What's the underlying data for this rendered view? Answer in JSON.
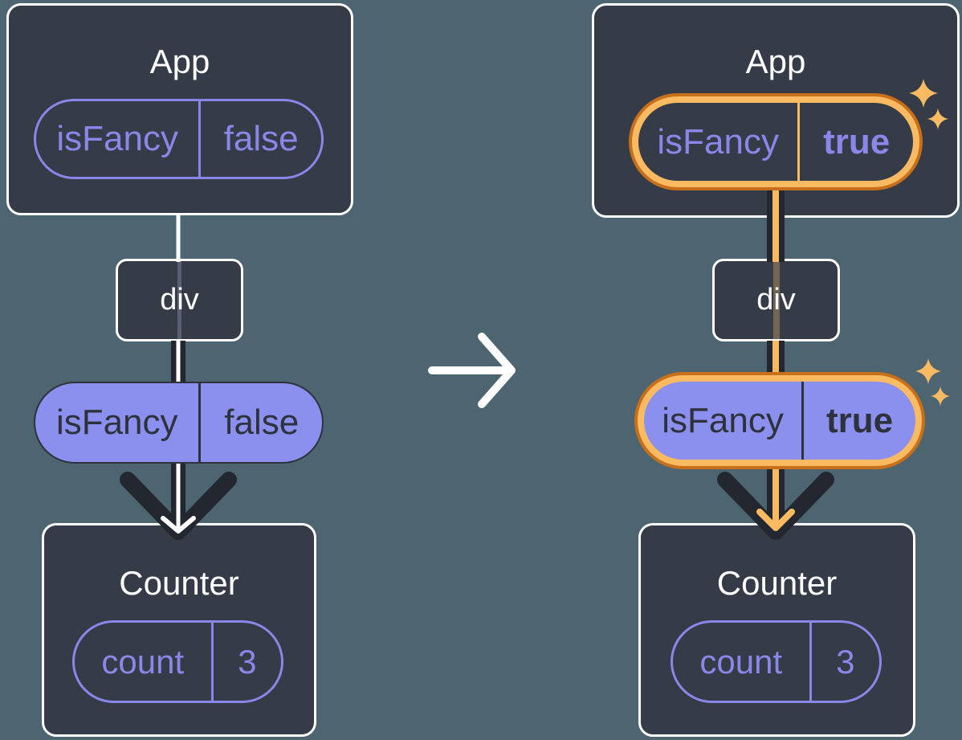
{
  "colors": {
    "background": "#4d6570",
    "panel": "#353b47",
    "ink": "#23272f",
    "ink_text": "#2e323c",
    "white": "#ffffff",
    "purple": "#8a87e9",
    "purple_fill": "#8b90ee",
    "orange": "#c76f1a",
    "orange_light": "#f9ba62"
  },
  "icons": {
    "transition": "arrow-right",
    "highlight": "sparkles"
  },
  "left_tree": {
    "app": {
      "title": "App",
      "state": {
        "name": "isFancy",
        "value": "false"
      }
    },
    "div_node": {
      "label": "div"
    },
    "prop": {
      "name": "isFancy",
      "value": "false"
    },
    "counter": {
      "title": "Counter",
      "state": {
        "name": "count",
        "value": "3"
      }
    }
  },
  "right_tree": {
    "app": {
      "title": "App",
      "state": {
        "name": "isFancy",
        "value": "true"
      }
    },
    "div_node": {
      "label": "div"
    },
    "prop": {
      "name": "isFancy",
      "value": "true"
    },
    "counter": {
      "title": "Counter",
      "state": {
        "name": "count",
        "value": "3"
      }
    }
  }
}
